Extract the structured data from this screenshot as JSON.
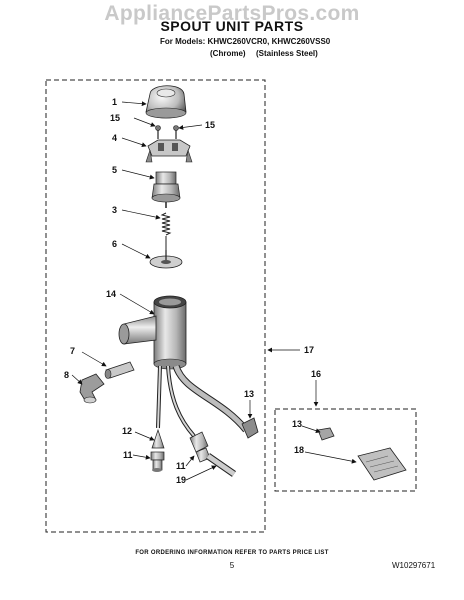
{
  "watermark": "AppliancePartsPros.com",
  "title": "SPOUT UNIT PARTS",
  "models_line": "For Models: KHWC260VCR0, KHWC260VSS0",
  "finish_chrome": "(Chrome)",
  "finish_stainless": "(Stainless Steel)",
  "callouts": {
    "c1": "1",
    "c15a": "15",
    "c15b": "15",
    "c4": "4",
    "c5": "5",
    "c3": "3",
    "c6": "6",
    "c14": "14",
    "c7": "7",
    "c8": "8",
    "c17": "17",
    "c16": "16",
    "c13a": "13",
    "c13b": "13",
    "c18": "18",
    "c12": "12",
    "c11a": "11",
    "c11b": "11",
    "c19": "19"
  },
  "footer_note": "FOR ORDERING INFORMATION REFER TO PARTS PRICE LIST",
  "page_number": "5",
  "document_number": "W10297671"
}
